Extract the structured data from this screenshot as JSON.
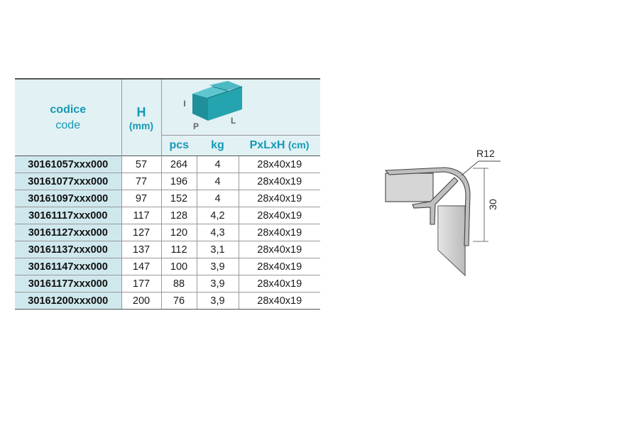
{
  "table": {
    "header": {
      "codice": "codice",
      "code": "code",
      "h": "H",
      "h_unit": "(mm)",
      "box_labels": {
        "h": "H",
        "p": "P",
        "l": "L"
      },
      "pcs": "pcs",
      "kg": "kg",
      "pxlxh": "PxLxH",
      "pxlxh_unit": "(cm)"
    },
    "rows": [
      {
        "code": "30161057xxx000",
        "h": "57",
        "pcs": "264",
        "kg": "4",
        "dims": "28x40x19"
      },
      {
        "code": "30161077xxx000",
        "h": "77",
        "pcs": "196",
        "kg": "4",
        "dims": "28x40x19"
      },
      {
        "code": "30161097xxx000",
        "h": "97",
        "pcs": "152",
        "kg": "4",
        "dims": "28x40x19"
      },
      {
        "code": "30161117xxx000",
        "h": "117",
        "pcs": "128",
        "kg": "4,2",
        "dims": "28x40x19"
      },
      {
        "code": "30161127xxx000",
        "h": "127",
        "pcs": "120",
        "kg": "4,3",
        "dims": "28x40x19"
      },
      {
        "code": "30161137xxx000",
        "h": "137",
        "pcs": "112",
        "kg": "3,1",
        "dims": "28x40x19"
      },
      {
        "code": "30161147xxx000",
        "h": "147",
        "pcs": "100",
        "kg": "3,9",
        "dims": "28x40x19"
      },
      {
        "code": "30161177xxx000",
        "h": "177",
        "pcs": "88",
        "kg": "3,9",
        "dims": "28x40x19"
      },
      {
        "code": "30161200xxx000",
        "h": "200",
        "pcs": "76",
        "kg": "3,9",
        "dims": "28x40x19"
      }
    ]
  },
  "drawing": {
    "radius_label": "R12",
    "height_label": "30"
  },
  "colors": {
    "header_text": "#1699b4",
    "header_bg": "#e1f1f4",
    "code_bg": "#cfe8ed",
    "box": "#1e9aa6"
  }
}
